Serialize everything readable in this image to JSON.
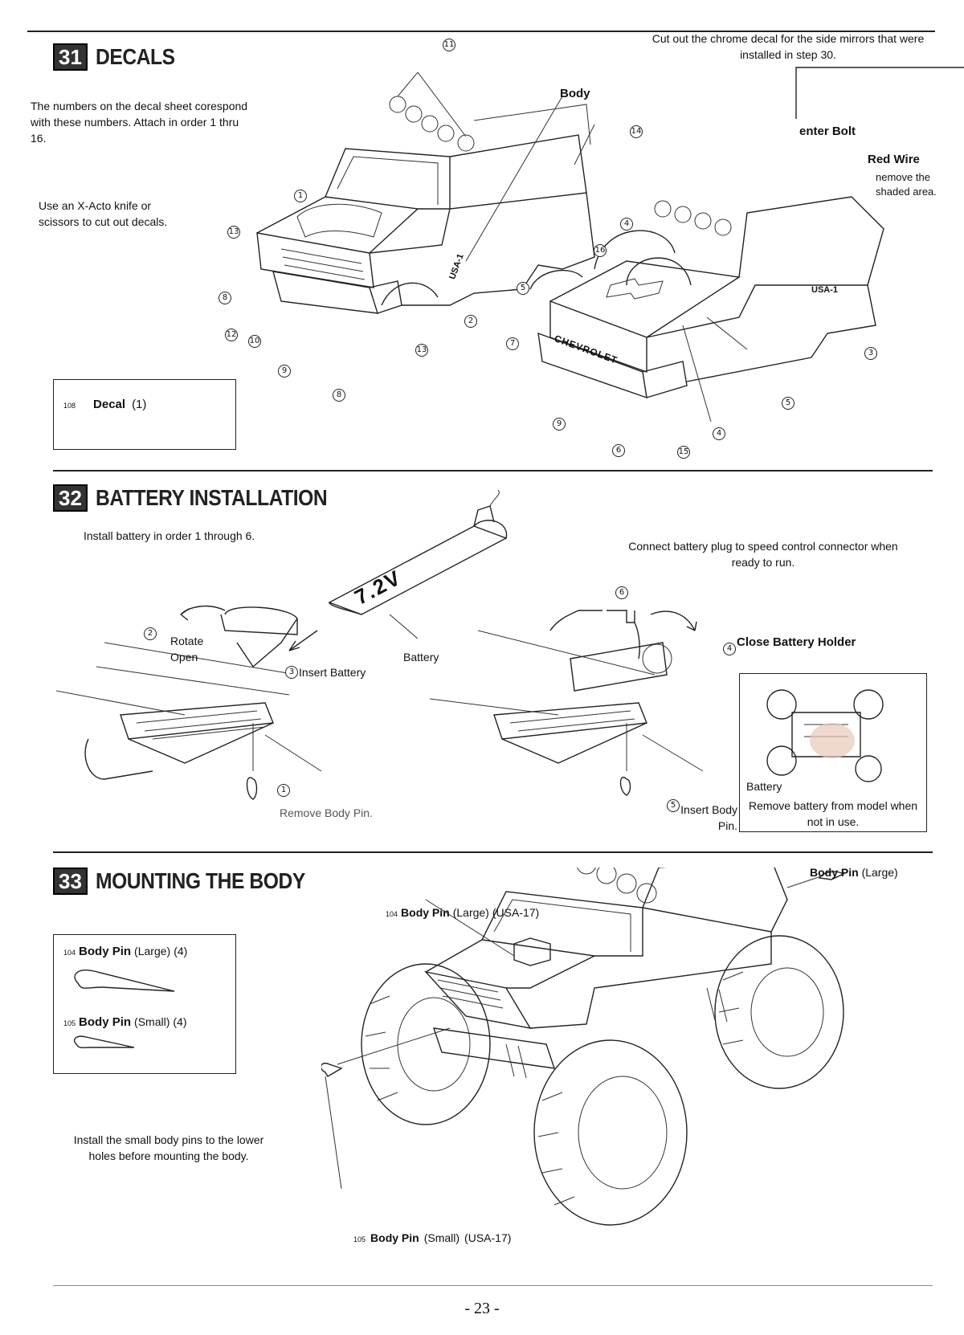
{
  "steps": {
    "s31": {
      "number": "31",
      "title": "DECALS",
      "intro": "The numbers on the decal sheet corespond with these numbers. Attach in order 1 thru 16.",
      "tip": "Use an X-Acto knife or scissors to cut out decals.",
      "chrome_note": "Cut out the chrome decal for the side mirrors that were installed in step 30.",
      "body_label": "Body",
      "partial_1": "enter Bolt",
      "partial_2": "Red Wire",
      "partial_3": "nemove the shaded area.",
      "parts_box": {
        "part_no": "108",
        "label": "Decal",
        "qty": "(1)"
      },
      "callouts": [
        "1",
        "2",
        "3",
        "4",
        "5",
        "6",
        "7",
        "8",
        "9",
        "10",
        "11",
        "12",
        "13",
        "14",
        "15",
        "16"
      ],
      "decal_text": {
        "usa1": "USA-1",
        "chevrolet": "CHEVROLET"
      }
    },
    "s32": {
      "number": "32",
      "title": "BATTERY INSTALLATION",
      "intro": "Install battery in order 1 through 6.",
      "connect_note": "Connect battery plug to speed control connector when ready to run.",
      "step1": "Remove Body Pin.",
      "step2": "Rotate Open",
      "step3": "Insert Battery",
      "step4": "Close Battery Holder",
      "step5": "Insert Body Pin.",
      "battery_label": "Battery",
      "battery_text": "7.2V",
      "inset_battery": "Battery",
      "inset_note": "Remove battery from model when not in use."
    },
    "s33": {
      "number": "33",
      "title": "MOUNTING THE BODY",
      "parts": [
        {
          "no": "104",
          "label": "Body Pin",
          "size": "(Large)",
          "qty": "(4)"
        },
        {
          "no": "105",
          "label": "Body Pin",
          "size": "(Small)",
          "qty": "(4)"
        }
      ],
      "note": "Install the small body pins to the lower holes before mounting the body.",
      "label_large_top": {
        "label": "Body Pin",
        "size": "(Large)"
      },
      "label_large": {
        "no": "104",
        "label": "Body Pin",
        "size": "(Large)",
        "code": "(USA-17)"
      },
      "label_small": {
        "no": "105",
        "label": "Body Pin",
        "size": "(Small)",
        "code": "(USA-17)"
      }
    }
  },
  "page_number": "- 23 -"
}
